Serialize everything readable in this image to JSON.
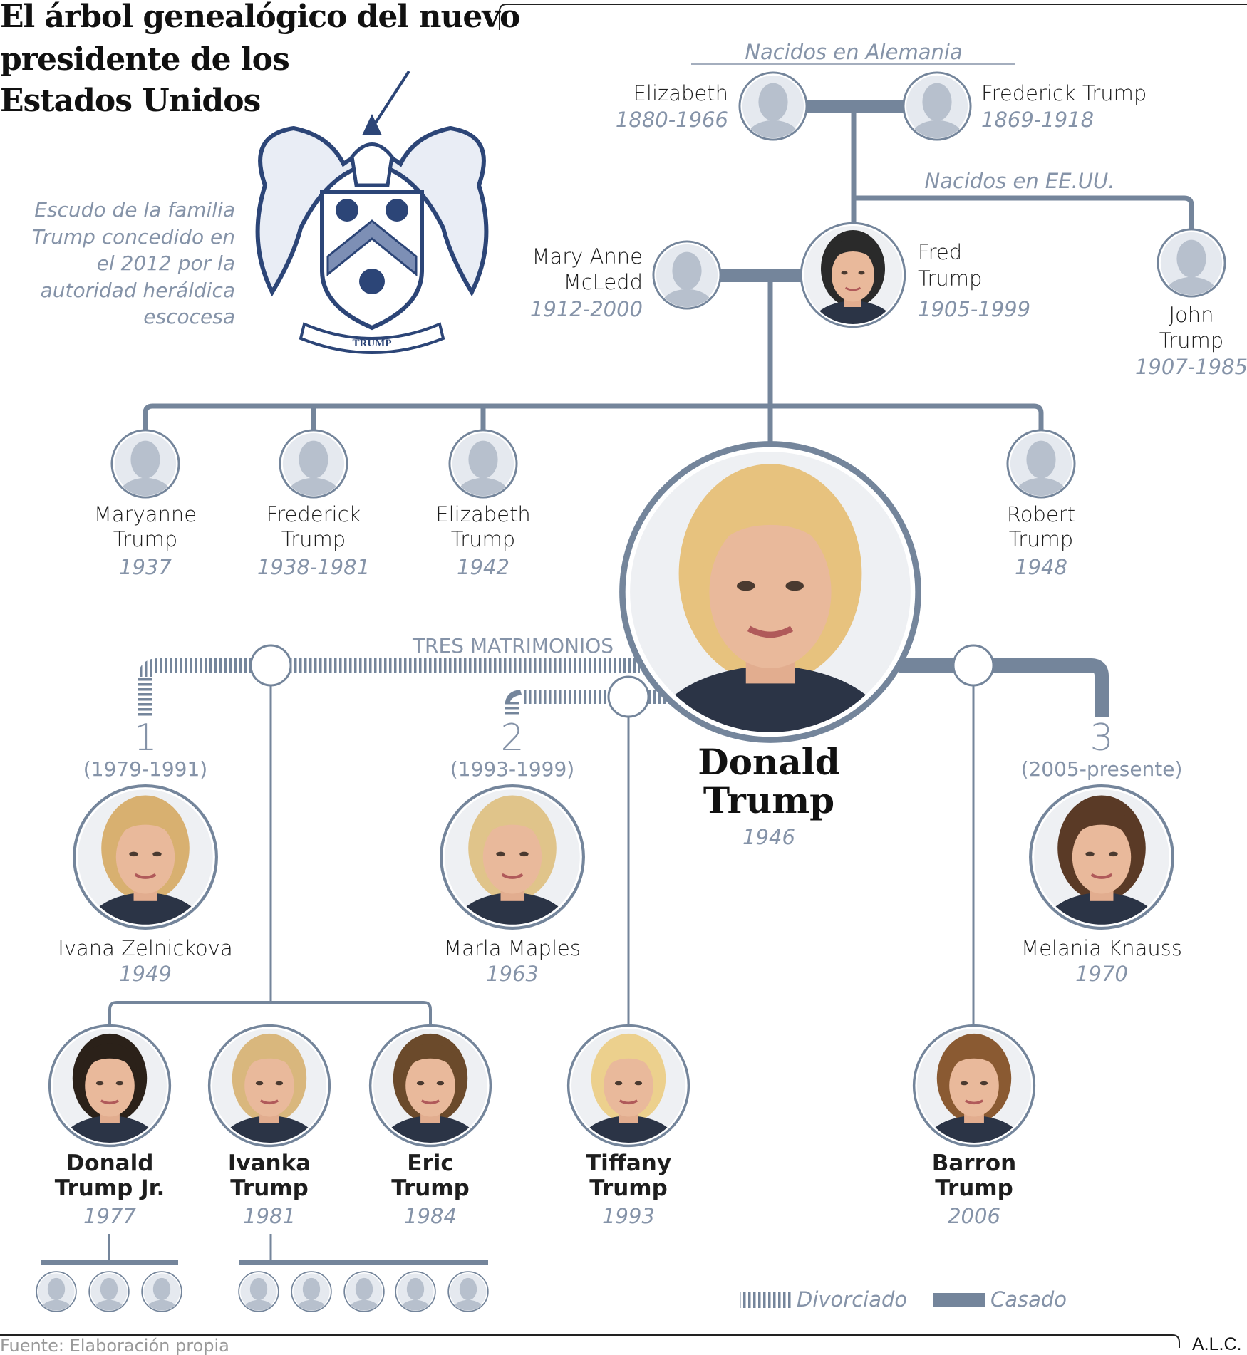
{
  "title": [
    "El árbol genealógico del nuevo",
    "presidente de los",
    "Estados Unidos"
  ],
  "crest": {
    "caption": [
      "Escudo de la familia",
      "Trump concedido en",
      "el 2012 por la",
      "autoridad heráldica",
      "escocesa"
    ],
    "ribbon": "TRUMP"
  },
  "labels": {
    "born_germany": "Nacidos en Alemania",
    "born_usa": "Nacidos en EE.UU.",
    "three_marriages": "TRES MATRIMONIOS"
  },
  "grandparents": [
    {
      "name": "Elizabeth",
      "years": "1880-1966"
    },
    {
      "name": "Frederick Trump",
      "years": "1869-1918"
    }
  ],
  "parents": [
    {
      "name": [
        "Mary Anne",
        "McLedd"
      ],
      "years": "1912-2000"
    },
    {
      "name": [
        "Fred",
        "Trump"
      ],
      "years": "1905-1999"
    },
    {
      "name": [
        "John",
        "Trump"
      ],
      "years": "1907-1985"
    }
  ],
  "siblings": [
    {
      "name": [
        "Maryanne",
        "Trump"
      ],
      "years": "1937"
    },
    {
      "name": [
        "Frederick",
        "Trump"
      ],
      "years": "1938-1981"
    },
    {
      "name": [
        "Elizabeth",
        "Trump"
      ],
      "years": "1942"
    },
    {
      "name": [
        "Robert",
        "Trump"
      ],
      "years": "1948"
    }
  ],
  "main": {
    "name": [
      "Donald",
      "Trump"
    ],
    "years": "1946"
  },
  "marriages": [
    {
      "number": "1",
      "period": "(1979-1991)",
      "wife": "Ivana Zelnickova",
      "years": "1949"
    },
    {
      "number": "2",
      "period": "(1993-1999)",
      "wife": "Marla Maples",
      "years": "1963"
    },
    {
      "number": "3",
      "period": "(2005-presente)",
      "wife": "Melania Knauss",
      "years": "1970"
    }
  ],
  "children": [
    {
      "name": [
        "Donald",
        "Trump Jr."
      ],
      "years": "1977"
    },
    {
      "name": [
        "Ivanka",
        "Trump"
      ],
      "years": "1981"
    },
    {
      "name": [
        "Eric",
        "Trump"
      ],
      "years": "1984"
    },
    {
      "name": [
        "Tiffany",
        "Trump"
      ],
      "years": "1993"
    },
    {
      "name": [
        "Barron",
        "Trump"
      ],
      "years": "2006"
    }
  ],
  "legend": {
    "divorced": "Divorciado",
    "married": "Casado"
  },
  "footer": {
    "source": "Fuente: Elaboración propia",
    "credit": "A.L.C."
  },
  "colors": {
    "line": "#74859b",
    "text_muted": "#8593a8",
    "silhouette": "#b7c0cd"
  }
}
